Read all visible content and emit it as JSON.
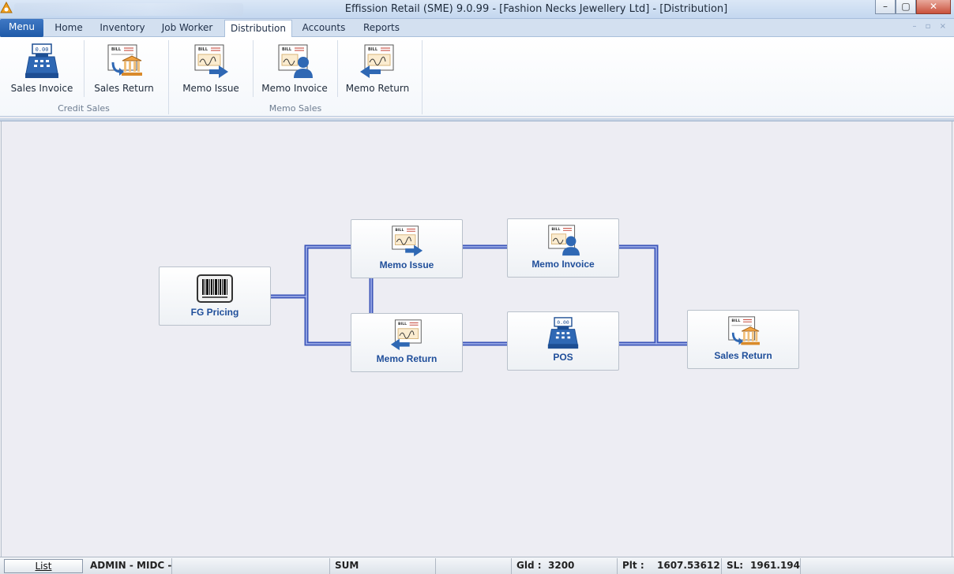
{
  "window": {
    "title": "Effission Retail (SME) 9.0.99 - [Fashion Necks Jewellery Ltd] - [Distribution]",
    "minimize": "–",
    "maximize": "▢",
    "close": "✕"
  },
  "tabs": {
    "menu": "Menu",
    "home": "Home",
    "inventory": "Inventory",
    "job_worker": "Job Worker",
    "distribution": "Distribution",
    "accounts": "Accounts",
    "reports": "Reports",
    "active": "Distribution"
  },
  "ribbon": {
    "credit_sales": {
      "group_label": "Credit Sales",
      "sales_invoice": "Sales Invoice",
      "sales_return": "Sales Return"
    },
    "memo_sales": {
      "group_label": "Memo Sales",
      "memo_issue": "Memo Issue",
      "memo_invoice": "Memo Invoice",
      "memo_return": "Memo Return"
    }
  },
  "flow": {
    "fg_pricing": "FG Pricing",
    "memo_issue": "Memo Issue",
    "memo_invoice": "Memo Invoice",
    "memo_return": "Memo Return",
    "pos": "POS",
    "sales_return": "Sales Return"
  },
  "icons": {
    "register_display": "0.00",
    "bill_text": "BILL"
  },
  "statusbar": {
    "list": "List",
    "user": "ADMIN - MIDC -",
    "sum": "SUM",
    "gld_label": "Gld :",
    "gld_value": "3200",
    "plt_label": "Plt :",
    "plt_value": "1607.53612",
    "sl_label": "SL:",
    "sl_value": "1961.194"
  },
  "colors": {
    "accent": "#1f5aa8",
    "node_label": "#1f4e9a",
    "connector": "#4a64c0"
  }
}
